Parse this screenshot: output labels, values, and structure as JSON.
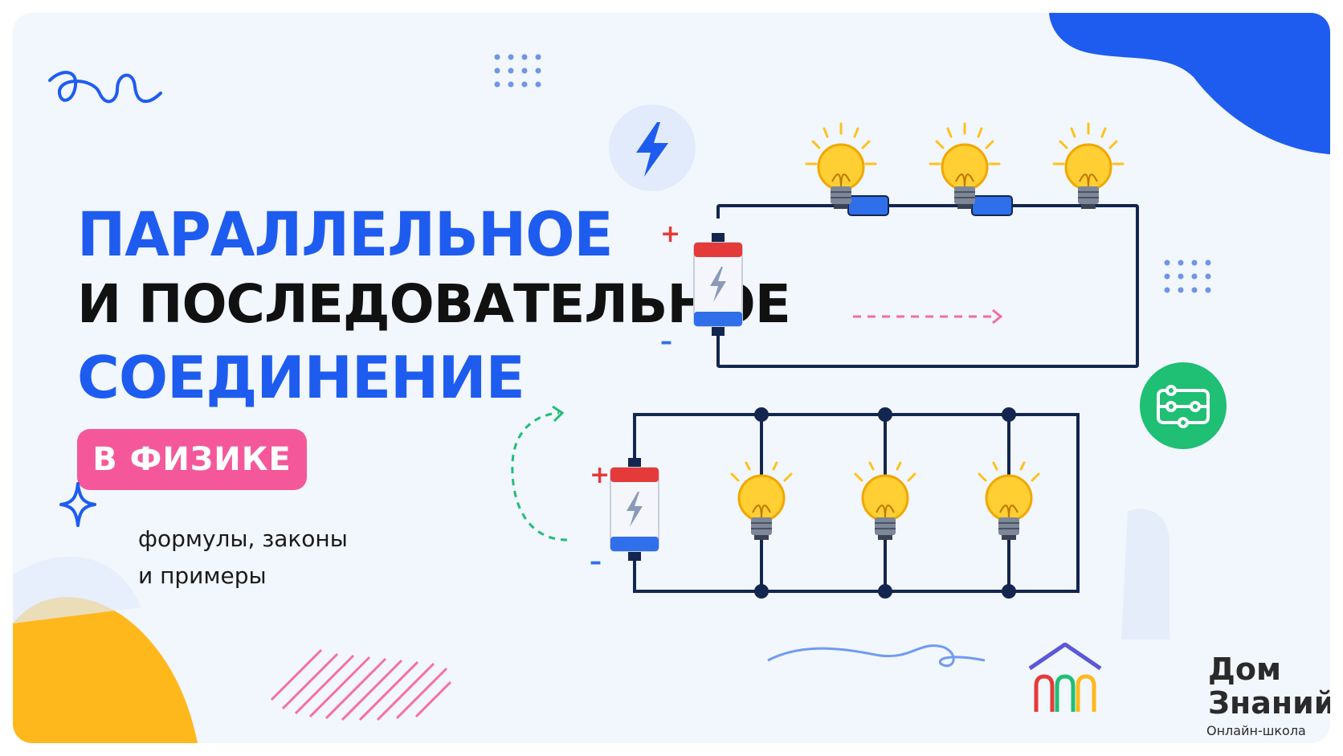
{
  "title": {
    "line1": "ПАРАЛЛЕЛЬНОЕ",
    "line2": "И ПОСЛЕДОВАТЕЛЬНОЕ",
    "line3": "СОЕДИНЕНИЕ"
  },
  "badge": {
    "label": "В ФИЗИКЕ"
  },
  "subtitle": {
    "line1": "формулы, законы",
    "line2": "и примеры"
  },
  "circuit": {
    "plus": "+",
    "minus": "–"
  },
  "logo": {
    "line1": "Дом",
    "line2": "Знаний",
    "tagline": "Онлайн-школа"
  },
  "colors": {
    "accent_blue": "#1e5cf0",
    "badge_pink": "#f5589a",
    "green_icon_bg": "#1fbf74",
    "yellow_blob": "#ffb81c",
    "wire": "#13264f"
  },
  "icons": [
    "squiggle-icon",
    "dot-grid-icon",
    "lightning-icon",
    "sparkle-icon",
    "circuit-board-icon",
    "house-logo-icon",
    "battery-icon",
    "bulb-icon",
    "resistor-icon",
    "arrow-icon"
  ]
}
